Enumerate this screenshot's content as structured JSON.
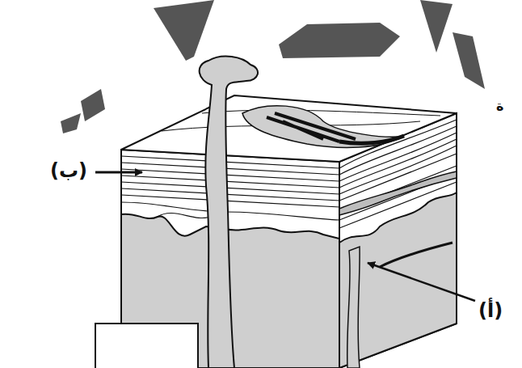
{
  "diagram": {
    "labels": [
      "(ب)",
      "(أ)",
      "ة"
    ]
  }
}
